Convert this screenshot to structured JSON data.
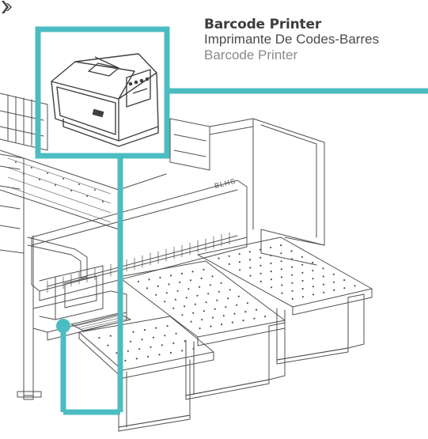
{
  "callout": {
    "title": "Barcode Printer",
    "subtitle_fr": "Imprimante De Codes-Barres",
    "subtitle_en": "Barcode Printer"
  },
  "colors": {
    "accent": "#4bbdc2",
    "line": "#505050",
    "text_dark": "#3d3d3d",
    "text_mid": "#4a4a4a",
    "text_light": "#8a8a8a"
  },
  "icons": [
    "arrow-marker-icon",
    "barcode-printer-icon"
  ],
  "machine": {
    "brand_plate": "BLHS"
  }
}
